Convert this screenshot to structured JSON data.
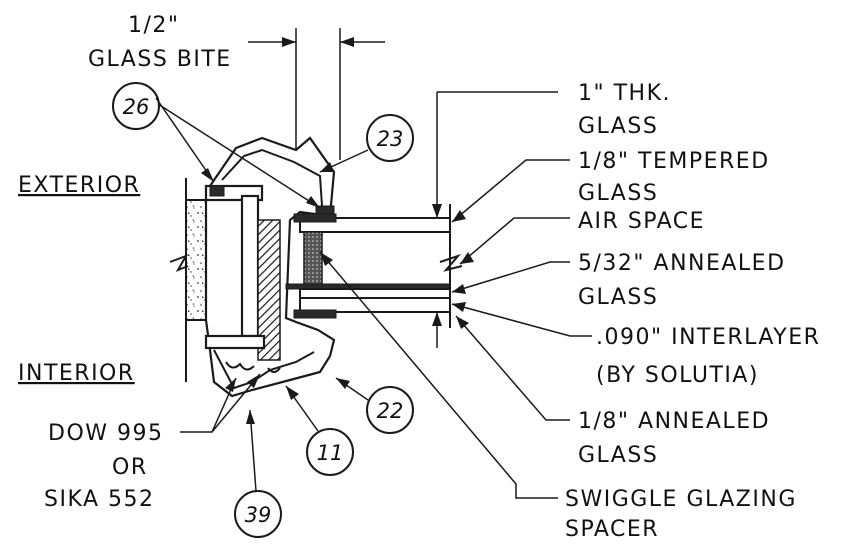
{
  "dimension": {
    "line1": "1/2\"",
    "line2": "GLASS BITE"
  },
  "side_labels": {
    "exterior": "EXTERIOR",
    "interior": "INTERIOR"
  },
  "callouts": [
    {
      "id": "c26",
      "number": "26"
    },
    {
      "id": "c23",
      "number": "23"
    },
    {
      "id": "c22",
      "number": "22"
    },
    {
      "id": "c11",
      "number": "11"
    },
    {
      "id": "c39",
      "number": "39"
    }
  ],
  "notes": {
    "glass_1in": [
      "1\" THK.",
      "GLASS"
    ],
    "tempered": [
      "1/8\" TEMPERED",
      "GLASS"
    ],
    "air_space": [
      "AIR SPACE"
    ],
    "annealed_532": [
      "5/32\" ANNEALED",
      "GLASS"
    ],
    "interlayer": [
      ".090\" INTERLAYER",
      "(BY SOLUTIA)"
    ],
    "annealed_18": [
      "1/8\" ANNEALED",
      "GLASS"
    ],
    "swiggle": [
      "SWIGGLE GLAZING",
      "SPACER"
    ],
    "sealant": [
      "DOW 995",
      "OR",
      "SIKA 552"
    ]
  }
}
